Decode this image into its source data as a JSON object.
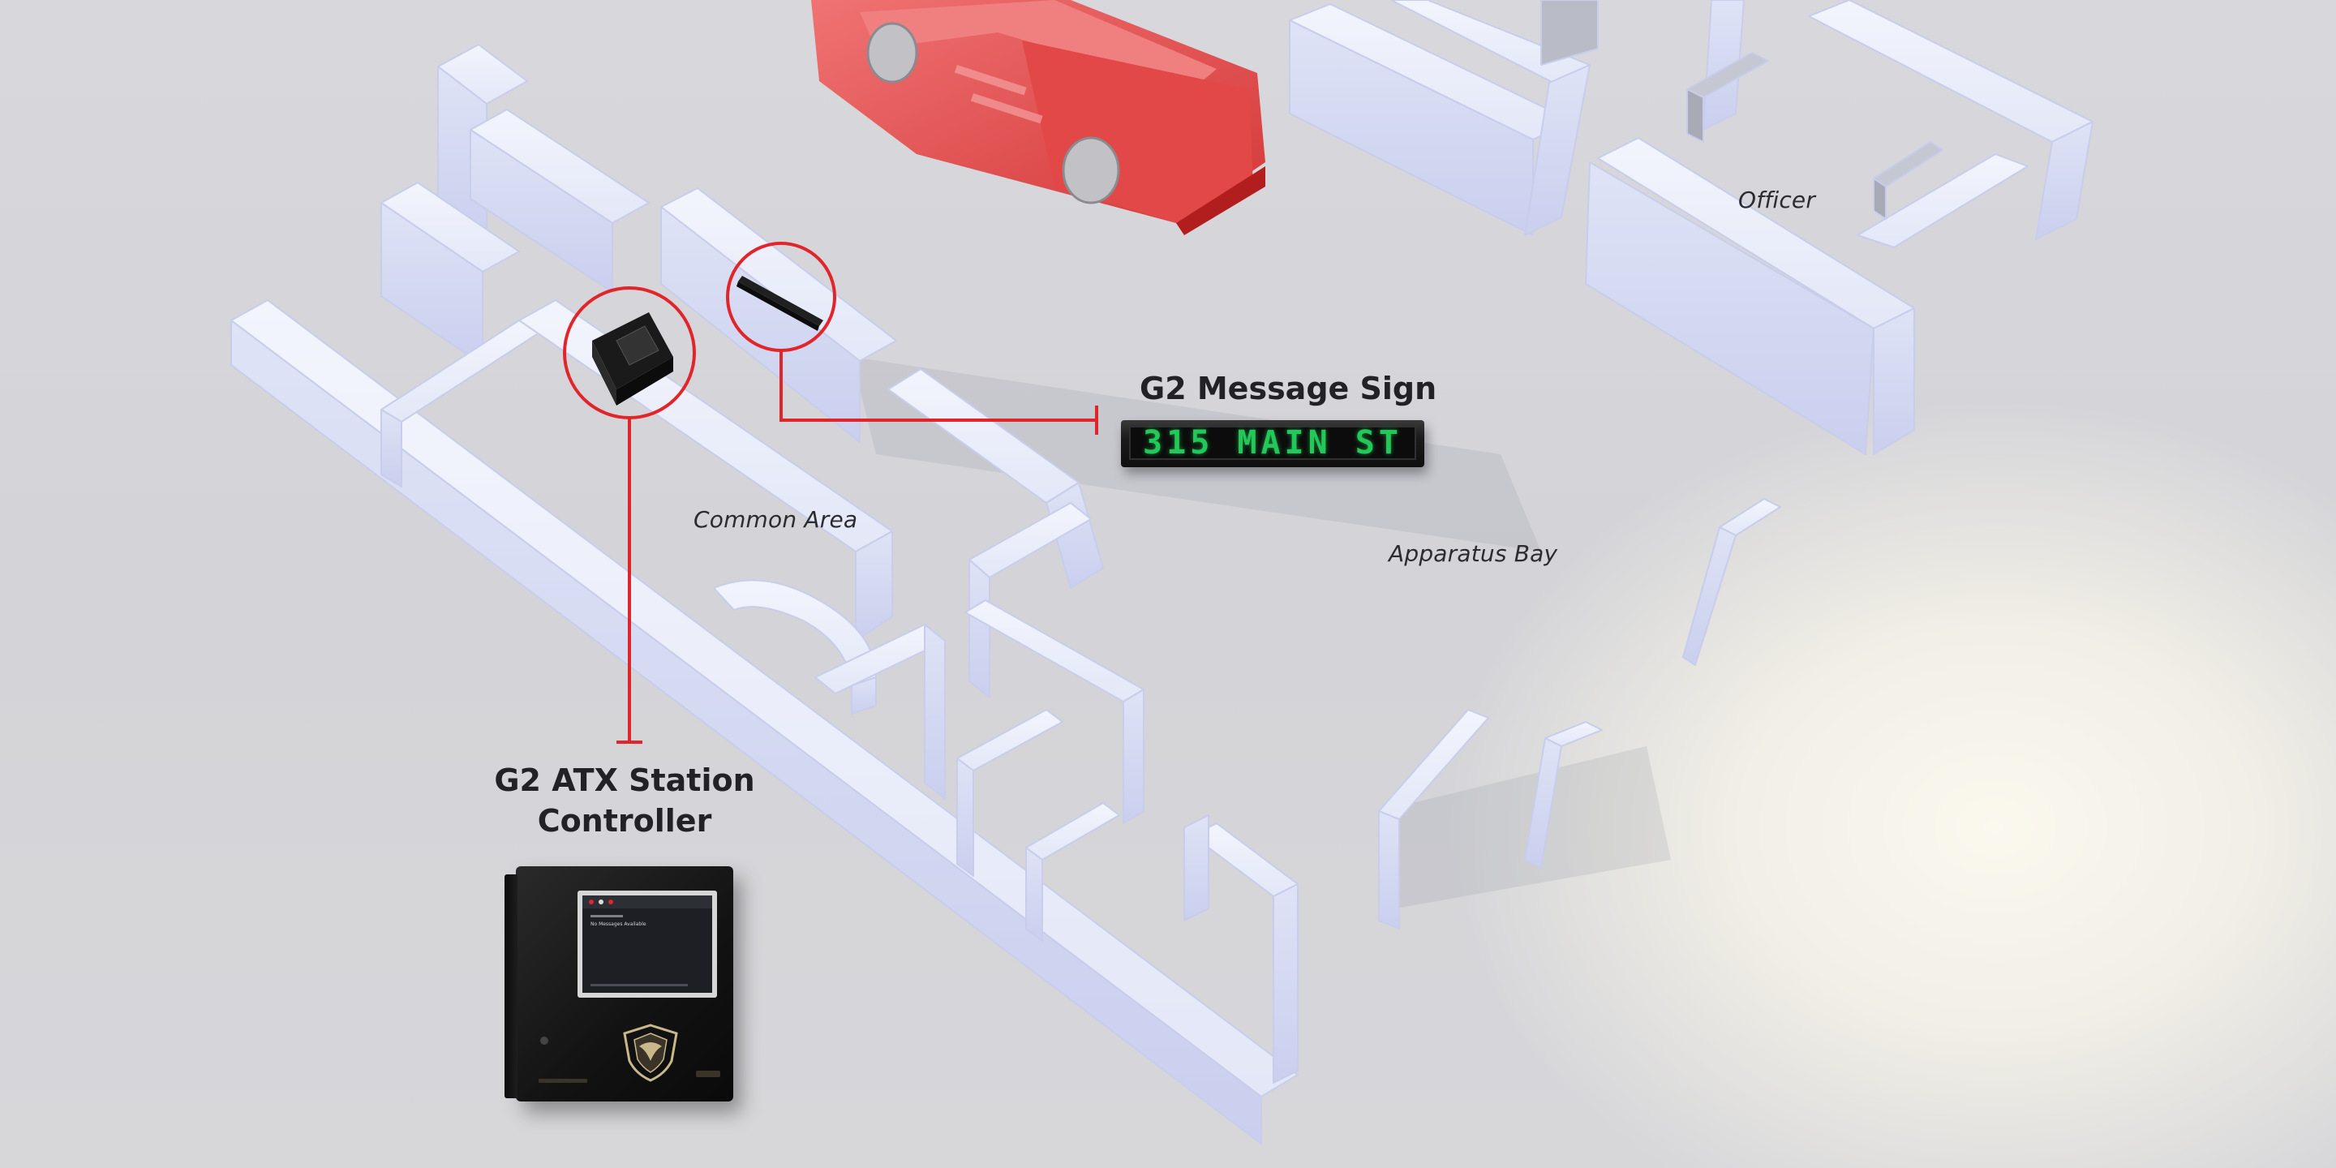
{
  "colors": {
    "callout_red": "#e0262a",
    "wall": "#e7eaf7",
    "wall_shade": "#bfc6e8",
    "truck_red": "#e33a3a",
    "led_green": "#22c85a"
  },
  "rooms": {
    "officer": "Officer",
    "common_area": "Common Area",
    "apparatus_bay": "Apparatus Bay"
  },
  "callouts": {
    "message_sign": {
      "title": "G2 Message Sign",
      "display_text": "315 MAIN ST"
    },
    "station_controller": {
      "title_line1": "G2 ATX Station",
      "title_line2": "Controller",
      "screen_message": "No Messages Available"
    }
  },
  "icons": {
    "fire_truck": "fire-truck-model",
    "controller_crest": "phoenix-crest-logo"
  }
}
